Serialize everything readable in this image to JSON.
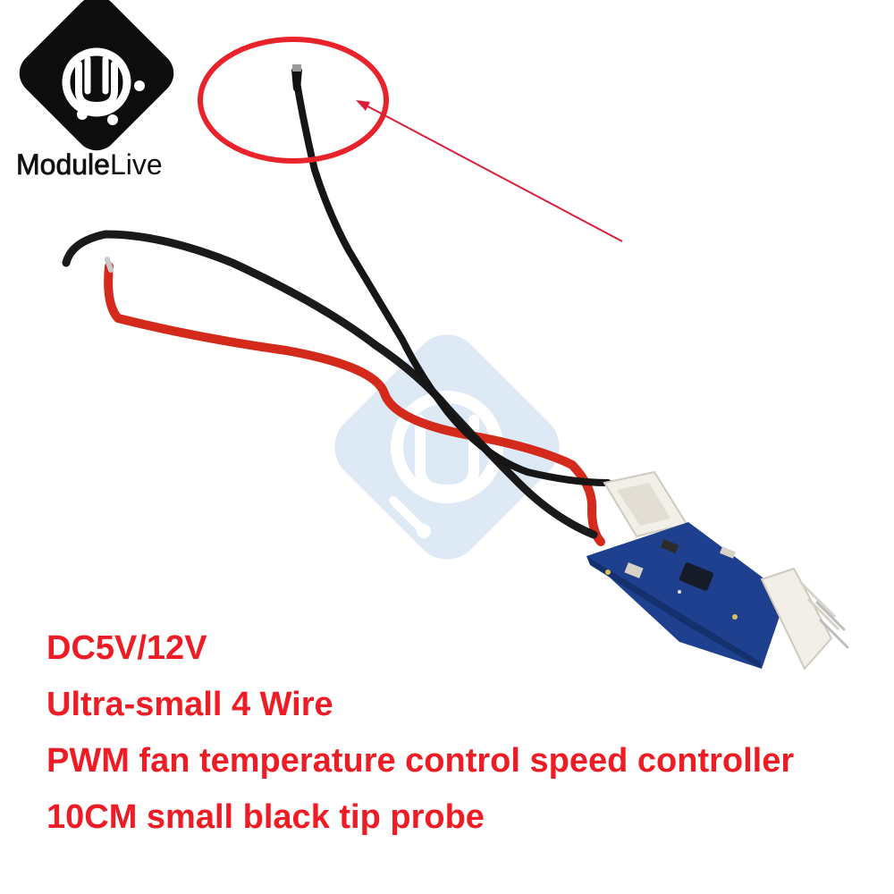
{
  "brand": {
    "name_part1": "Module",
    "name_part2": "Live",
    "logo_icon": "module-live-logo-icon",
    "watermark_icon": "module-live-watermark-icon"
  },
  "caption": {
    "lines": [
      "DC5V/12V",
      "Ultra-small 4 Wire",
      "PWM fan temperature control speed controller",
      "10CM small black tip probe"
    ]
  },
  "colors": {
    "caption_red": "#ee1c24",
    "highlight_circle": "#e8232b",
    "pcb_blue": "#1f3f8f",
    "watermark_blue": "#dbe7f6"
  },
  "annotations": {
    "highlight": "probe-tip-highlight-circle",
    "pointer": "probe-pointer-arrow"
  }
}
